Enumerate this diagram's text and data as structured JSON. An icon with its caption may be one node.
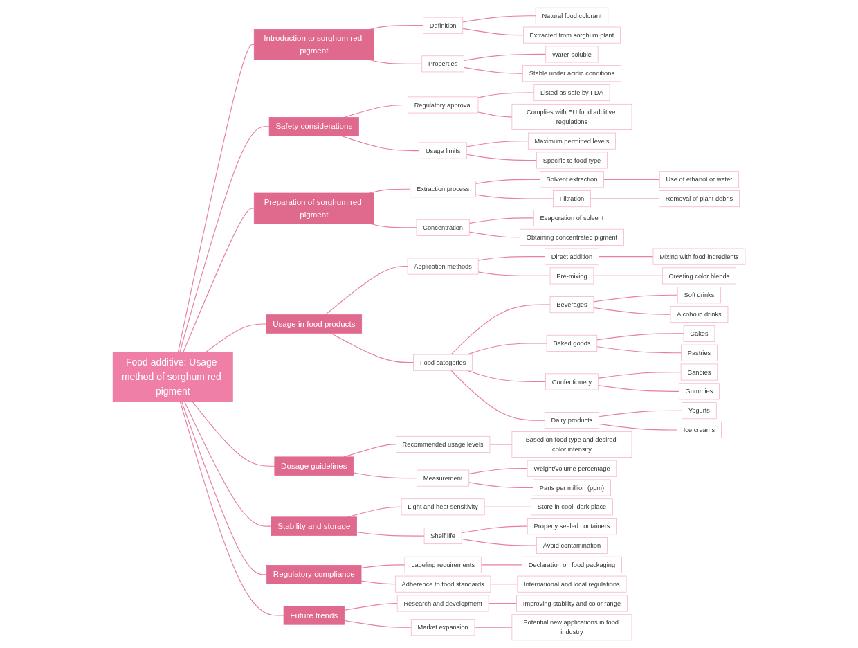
{
  "diagram": {
    "nodes": [
      {
        "text": [
          "Food additive: Usage method of sorghum red pigment"
        ]
      },
      {
        "text": [
          "Introduction to sorghum red pigment"
        ]
      },
      {
        "text": [
          "Definition"
        ]
      },
      {
        "text": [
          "Natural food colorant"
        ]
      },
      {
        "text": [
          "Extracted from sorghum plant"
        ]
      },
      {
        "text": [
          "Properties"
        ]
      },
      {
        "text": [
          "Water-soluble"
        ]
      },
      {
        "text": [
          "Stable under acidic conditions"
        ]
      },
      {
        "text": [
          "Safety considerations"
        ]
      },
      {
        "text": [
          "Regulatory approval"
        ]
      },
      {
        "text": [
          "Listed as safe by FDA"
        ]
      },
      {
        "text": [
          "Complies with EU food additive regulations"
        ]
      },
      {
        "text": [
          "Usage limits"
        ]
      },
      {
        "text": [
          "Maximum permitted levels"
        ]
      },
      {
        "text": [
          "Specific to food type"
        ]
      },
      {
        "text": [
          "Preparation of sorghum red pigment"
        ]
      },
      {
        "text": [
          "Extraction process"
        ]
      },
      {
        "text": [
          "Solvent extraction"
        ]
      },
      {
        "text": [
          "Use of ethanol or water"
        ]
      },
      {
        "text": [
          "Filtration"
        ]
      },
      {
        "text": [
          "Removal of plant debris"
        ]
      },
      {
        "text": [
          "Concentration"
        ]
      },
      {
        "text": [
          "Evaporation of solvent"
        ]
      },
      {
        "text": [
          "Obtaining concentrated pigment"
        ]
      },
      {
        "text": [
          "Usage in food products"
        ]
      },
      {
        "text": [
          "Application methods"
        ]
      },
      {
        "text": [
          "Direct addition"
        ]
      },
      {
        "text": [
          "Mixing with food ingredients"
        ]
      },
      {
        "text": [
          "Pre-mixing"
        ]
      },
      {
        "text": [
          "Creating color blends"
        ]
      },
      {
        "text": [
          "Food categories"
        ]
      },
      {
        "text": [
          "Beverages"
        ]
      },
      {
        "text": [
          "Soft drinks"
        ]
      },
      {
        "text": [
          "Alcoholic drinks"
        ]
      },
      {
        "text": [
          "Baked goods"
        ]
      },
      {
        "text": [
          "Cakes"
        ]
      },
      {
        "text": [
          "Pastries"
        ]
      },
      {
        "text": [
          "Confectionery"
        ]
      },
      {
        "text": [
          "Candies"
        ]
      },
      {
        "text": [
          "Gummies"
        ]
      },
      {
        "text": [
          "Dairy products"
        ]
      },
      {
        "text": [
          "Yogurts"
        ]
      },
      {
        "text": [
          "Ice creams"
        ]
      },
      {
        "text": [
          "Dosage guidelines"
        ]
      },
      {
        "text": [
          "Recommended usage levels"
        ]
      },
      {
        "text": [
          "Based on food type and desired color intensity"
        ]
      },
      {
        "text": [
          "Measurement"
        ]
      },
      {
        "text": [
          "Weight/volume percentage"
        ]
      },
      {
        "text": [
          "Parts per million (ppm)"
        ]
      },
      {
        "text": [
          "Stability and storage"
        ]
      },
      {
        "text": [
          "Light and heat sensitivity"
        ]
      },
      {
        "text": [
          "Store in cool, dark place"
        ]
      },
      {
        "text": [
          "Shelf life"
        ]
      },
      {
        "text": [
          "Properly sealed containers"
        ]
      },
      {
        "text": [
          "Avoid contamination"
        ]
      },
      {
        "text": [
          "Regulatory compliance"
        ]
      },
      {
        "text": [
          "Labeling requirements"
        ]
      },
      {
        "text": [
          "Declaration on food packaging"
        ]
      },
      {
        "text": [
          "Adherence to food standards"
        ]
      },
      {
        "text": [
          "International and local regulations"
        ]
      },
      {
        "text": [
          "Future trends"
        ]
      },
      {
        "text": [
          "Research and development"
        ]
      },
      {
        "text": [
          "Improving stability and color range"
        ]
      },
      {
        "text": [
          "Market expansion"
        ]
      },
      {
        "text": [
          "Potential new applications in food industry"
        ]
      }
    ],
    "edges": [
      {
        "from": 0,
        "to": 1,
        "arrow": "none"
      },
      {
        "from": 1,
        "to": 2,
        "arrow": "none"
      },
      {
        "from": 2,
        "to": 3,
        "arrow": "none"
      },
      {
        "from": 2,
        "to": 4,
        "arrow": "none"
      },
      {
        "from": 1,
        "to": 5,
        "arrow": "none"
      },
      {
        "from": 5,
        "to": 6,
        "arrow": "none"
      },
      {
        "from": 5,
        "to": 7,
        "arrow": "none"
      },
      {
        "from": 0,
        "to": 8,
        "arrow": "none"
      },
      {
        "from": 8,
        "to": 9,
        "arrow": "none"
      },
      {
        "from": 9,
        "to": 10,
        "arrow": "none"
      },
      {
        "from": 9,
        "to": 11,
        "arrow": "none"
      },
      {
        "from": 8,
        "to": 12,
        "arrow": "none"
      },
      {
        "from": 12,
        "to": 13,
        "arrow": "none"
      },
      {
        "from": 12,
        "to": 14,
        "arrow": "none"
      },
      {
        "from": 0,
        "to": 15,
        "arrow": "none"
      },
      {
        "from": 15,
        "to": 16,
        "arrow": "none"
      },
      {
        "from": 16,
        "to": 17,
        "arrow": "none"
      },
      {
        "from": 17,
        "to": 18,
        "arrow": "none"
      },
      {
        "from": 16,
        "to": 19,
        "arrow": "none"
      },
      {
        "from": 19,
        "to": 20,
        "arrow": "none"
      },
      {
        "from": 15,
        "to": 21,
        "arrow": "none"
      },
      {
        "from": 21,
        "to": 22,
        "arrow": "none"
      },
      {
        "from": 21,
        "to": 23,
        "arrow": "none"
      },
      {
        "from": 0,
        "to": 24,
        "arrow": "none"
      },
      {
        "from": 24,
        "to": 25,
        "arrow": "none"
      },
      {
        "from": 25,
        "to": 26,
        "arrow": "none"
      },
      {
        "from": 26,
        "to": 27,
        "arrow": "none"
      },
      {
        "from": 25,
        "to": 28,
        "arrow": "none"
      },
      {
        "from": 28,
        "to": 29,
        "arrow": "none"
      },
      {
        "from": 24,
        "to": 30,
        "arrow": "none"
      },
      {
        "from": 30,
        "to": 31,
        "arrow": "none"
      },
      {
        "from": 31,
        "to": 32,
        "arrow": "none"
      },
      {
        "from": 31,
        "to": 33,
        "arrow": "none"
      },
      {
        "from": 30,
        "to": 34,
        "arrow": "none"
      },
      {
        "from": 34,
        "to": 35,
        "arrow": "none"
      },
      {
        "from": 34,
        "to": 36,
        "arrow": "none"
      },
      {
        "from": 30,
        "to": 37,
        "arrow": "none"
      },
      {
        "from": 37,
        "to": 38,
        "arrow": "none"
      },
      {
        "from": 37,
        "to": 39,
        "arrow": "none"
      },
      {
        "from": 30,
        "to": 40,
        "arrow": "none"
      },
      {
        "from": 40,
        "to": 41,
        "arrow": "none"
      },
      {
        "from": 40,
        "to": 42,
        "arrow": "none"
      },
      {
        "from": 0,
        "to": 43,
        "arrow": "none"
      },
      {
        "from": 43,
        "to": 44,
        "arrow": "none"
      },
      {
        "from": 44,
        "to": 45,
        "arrow": "none"
      },
      {
        "from": 43,
        "to": 46,
        "arrow": "none"
      },
      {
        "from": 46,
        "to": 47,
        "arrow": "none"
      },
      {
        "from": 46,
        "to": 48,
        "arrow": "none"
      },
      {
        "from": 0,
        "to": 49,
        "arrow": "none"
      },
      {
        "from": 49,
        "to": 50,
        "arrow": "none"
      },
      {
        "from": 50,
        "to": 51,
        "arrow": "none"
      },
      {
        "from": 49,
        "to": 52,
        "arrow": "none"
      },
      {
        "from": 52,
        "to": 53,
        "arrow": "none"
      },
      {
        "from": 52,
        "to": 54,
        "arrow": "none"
      },
      {
        "from": 0,
        "to": 55,
        "arrow": "none"
      },
      {
        "from": 55,
        "to": 56,
        "arrow": "none"
      },
      {
        "from": 56,
        "to": 57,
        "arrow": "none"
      },
      {
        "from": 55,
        "to": 58,
        "arrow": "none"
      },
      {
        "from": 58,
        "to": 59,
        "arrow": "none"
      },
      {
        "from": 0,
        "to": 60,
        "arrow": "none"
      },
      {
        "from": 60,
        "to": 61,
        "arrow": "none"
      },
      {
        "from": 61,
        "to": 62,
        "arrow": "none"
      },
      {
        "from": 60,
        "to": 63,
        "arrow": "none"
      },
      {
        "from": 63,
        "to": 64,
        "arrow": "none"
      }
    ]
  }
}
